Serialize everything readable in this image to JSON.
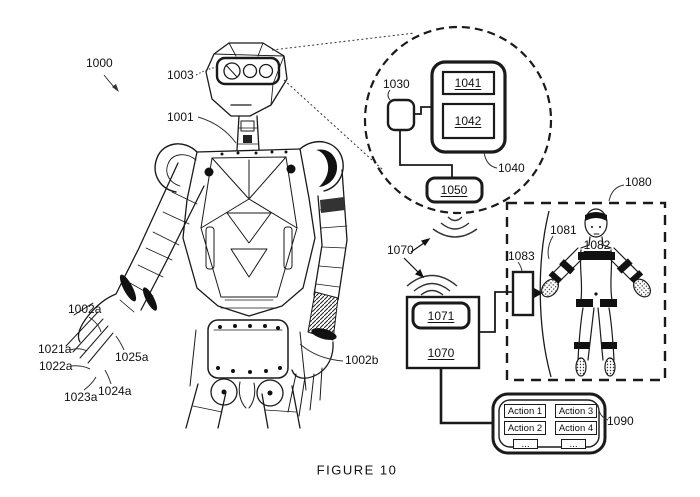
{
  "figure": {
    "caption": "FIGURE 10"
  },
  "refs": {
    "robot_system": "1000",
    "robot_body": "1001",
    "head_sensor": "1003",
    "hand_a": "1002a",
    "hand_b": "1002b",
    "digit_1": "1021a",
    "digit_2": "1022a",
    "digit_3": "1023a",
    "digit_4": "1024a",
    "digit_5": "1025a",
    "processor": "1030",
    "control_unit": "1040",
    "module_1": "1041",
    "module_2": "1042",
    "transceiver": "1050",
    "wireless_link": "1070",
    "remote_unit": "1070",
    "remote_module": "1071",
    "operator_region": "1080",
    "sensor_bands": "1081",
    "operator": "1082",
    "hub": "1083",
    "action_panel": "1090"
  },
  "action_panel": {
    "actions": [
      "Action 1",
      "Action 2",
      "Action 3",
      "Action 4"
    ],
    "more": "..."
  }
}
